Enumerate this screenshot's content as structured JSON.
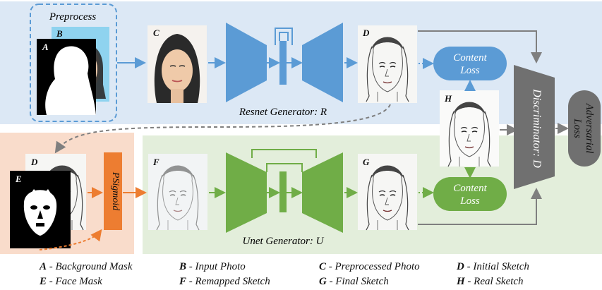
{
  "labels": {
    "preprocess": "Preprocess",
    "resnet_generator": "Resnet Generator: R",
    "unet_generator": "Unet Generator: U",
    "discriminator": "Discriminator: D",
    "adversarial_loss": "Adversarial Loss",
    "content_loss_top": "Content Loss",
    "content_loss_bottom": "Content Loss",
    "psigmoid": "PSigmoid"
  },
  "image_letters": {
    "A": "A",
    "B": "B",
    "C": "C",
    "D_top": "D",
    "D_left": "D",
    "E": "E",
    "F": "F",
    "G": "G",
    "H": "H"
  },
  "legend": [
    {
      "key": "A",
      "text": " - Background Mask"
    },
    {
      "key": "B",
      "text": " - Input Photo"
    },
    {
      "key": "C",
      "text": " - Preprocessed Photo"
    },
    {
      "key": "D",
      "text": " - Initial Sketch"
    },
    {
      "key": "E",
      "text": " - Face Mask"
    },
    {
      "key": "F",
      "text": " - Remapped Sketch"
    },
    {
      "key": "G",
      "text": " - Final Sketch"
    },
    {
      "key": "H",
      "text": " - Real Sketch"
    }
  ],
  "colors": {
    "top_band": "#dce8f5",
    "left_band": "#f9dccb",
    "bottom_band": "#e3eedb",
    "resnet_blue": "#5b9bd5",
    "unet_green": "#70ad47",
    "psigmoid_orange": "#ed7d31",
    "discriminator_gray": "#707070"
  }
}
